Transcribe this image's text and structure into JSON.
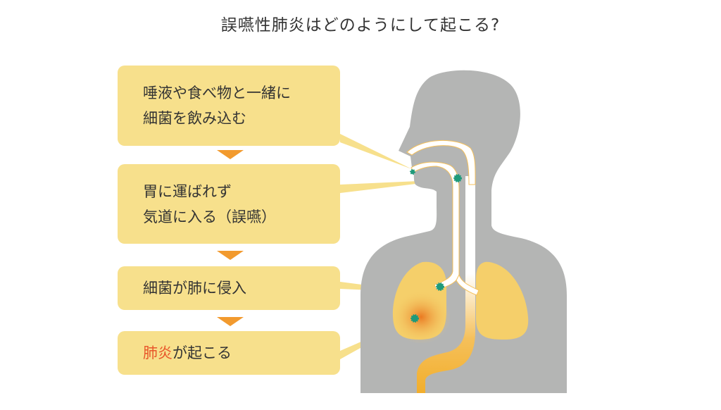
{
  "title": "誤嚥性肺炎はどのようにして起こる?",
  "steps": [
    {
      "text": "唾液や食べ物と一緒に\n細菌を飲み込む"
    },
    {
      "text": "胃に運ばれず\n気道に入る（誤嚥）"
    },
    {
      "text": "細菌が肺に侵入"
    },
    {
      "highlight": "肺炎",
      "text": "が起こる"
    }
  ],
  "colors": {
    "box": "#F7E08C",
    "arrow": "#F29A2E",
    "body": "#B4B5B4",
    "lung": "#F5CF6A",
    "bacteria": "#1E9A7A",
    "highlight": "#E8562A"
  }
}
